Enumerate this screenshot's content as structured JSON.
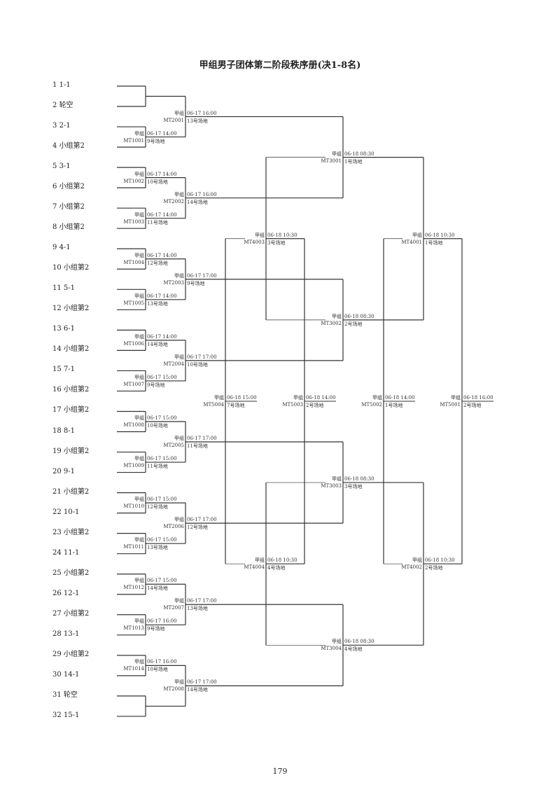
{
  "title": "甲组男子团体第二阶段秩序册(决1-8名)",
  "page_number": "179",
  "line_color": "#333333",
  "seeds": [
    {
      "no": "1",
      "name": "1-1"
    },
    {
      "no": "2",
      "name": "轮空"
    },
    {
      "no": "3",
      "name": "2-1"
    },
    {
      "no": "4",
      "name": "小组第2"
    },
    {
      "no": "5",
      "name": "3-1"
    },
    {
      "no": "6",
      "name": "小组第2"
    },
    {
      "no": "7",
      "name": "小组第2"
    },
    {
      "no": "8",
      "name": "小组第2"
    },
    {
      "no": "9",
      "name": "4-1"
    },
    {
      "no": "10",
      "name": "小组第2"
    },
    {
      "no": "11",
      "name": "5-1"
    },
    {
      "no": "12",
      "name": "小组第2"
    },
    {
      "no": "13",
      "name": "6-1"
    },
    {
      "no": "14",
      "name": "小组第2"
    },
    {
      "no": "15",
      "name": "7-1"
    },
    {
      "no": "16",
      "name": "小组第2"
    },
    {
      "no": "17",
      "name": "小组第2"
    },
    {
      "no": "18",
      "name": "8-1"
    },
    {
      "no": "19",
      "name": "小组第2"
    },
    {
      "no": "20",
      "name": "9-1"
    },
    {
      "no": "21",
      "name": "小组第2"
    },
    {
      "no": "22",
      "name": "10-1"
    },
    {
      "no": "23",
      "name": "小组第2"
    },
    {
      "no": "24",
      "name": "11-1"
    },
    {
      "no": "25",
      "name": "小组第2"
    },
    {
      "no": "26",
      "name": "12-1"
    },
    {
      "no": "27",
      "name": "小组第2"
    },
    {
      "no": "28",
      "name": "13-1"
    },
    {
      "no": "29",
      "name": "小组第2"
    },
    {
      "no": "30",
      "name": "14-1"
    },
    {
      "no": "31",
      "name": "轮空"
    },
    {
      "no": "32",
      "name": "15-1"
    }
  ],
  "matches": [
    {
      "code": "MT1001",
      "group": "甲组",
      "time": "06-17 14:00",
      "venue": "9号场地"
    },
    {
      "code": "MT1002",
      "group": "甲组",
      "time": "06-17 14:00",
      "venue": "10号场地"
    },
    {
      "code": "MT1003",
      "group": "甲组",
      "time": "06-17 14:00",
      "venue": "11号场地"
    },
    {
      "code": "MT1004",
      "group": "甲组",
      "time": "06-17 14:00",
      "venue": "12号场地"
    },
    {
      "code": "MT1005",
      "group": "甲组",
      "time": "06-17 14:00",
      "venue": "13号场地"
    },
    {
      "code": "MT1006",
      "group": "甲组",
      "time": "06-17 14:00",
      "venue": "14号场地"
    },
    {
      "code": "MT1007",
      "group": "甲组",
      "time": "06-17 15:00",
      "venue": "9号场地"
    },
    {
      "code": "MT1008",
      "group": "甲组",
      "time": "06-17 15:00",
      "venue": "10号场地"
    },
    {
      "code": "MT1009",
      "group": "甲组",
      "time": "06-17 15:00",
      "venue": "11号场地"
    },
    {
      "code": "MT1010",
      "group": "甲组",
      "time": "06-17 15:00",
      "venue": "12号场地"
    },
    {
      "code": "MT1011",
      "group": "甲组",
      "time": "06-17 15:00",
      "venue": "13号场地"
    },
    {
      "code": "MT1012",
      "group": "甲组",
      "time": "06-17 15:00",
      "venue": "14号场地"
    },
    {
      "code": "MT1013",
      "group": "甲组",
      "time": "06-17 16:00",
      "venue": "9号场地"
    },
    {
      "code": "MT1014",
      "group": "甲组",
      "time": "06-17 16:00",
      "venue": "10号场地"
    },
    {
      "code": "MT2001",
      "group": "甲组",
      "time": "06-17 16:00",
      "venue": "13号场地"
    },
    {
      "code": "MT2002",
      "group": "甲组",
      "time": "06-17 16:00",
      "venue": "14号场地"
    },
    {
      "code": "MT2003",
      "group": "甲组",
      "time": "06-17 17:00",
      "venue": "9号场地"
    },
    {
      "code": "MT2004",
      "group": "甲组",
      "time": "06-17 17:00",
      "venue": "10号场地"
    },
    {
      "code": "MT2005",
      "group": "甲组",
      "time": "06-17 17:00",
      "venue": "11号场地"
    },
    {
      "code": "MT2006",
      "group": "甲组",
      "time": "06-17 17:00",
      "venue": "12号场地"
    },
    {
      "code": "MT2007",
      "group": "甲组",
      "time": "06-17 17:00",
      "venue": "13号场地"
    },
    {
      "code": "MT2008",
      "group": "甲组",
      "time": "06-17 17:00",
      "venue": "14号场地"
    },
    {
      "code": "MT3001",
      "group": "甲组",
      "time": "06-18 08:30",
      "venue": "1号场地"
    },
    {
      "code": "MT3002",
      "group": "甲组",
      "time": "06-18 08:30",
      "venue": "2号场地"
    },
    {
      "code": "MT3003",
      "group": "甲组",
      "time": "06-18 08:30",
      "venue": "3号场地"
    },
    {
      "code": "MT3004",
      "group": "甲组",
      "time": "06-18 08:30",
      "venue": "4号场地"
    },
    {
      "code": "MT4001",
      "group": "甲组",
      "time": "06-18 10:30",
      "venue": "1号场地"
    },
    {
      "code": "MT4002",
      "group": "甲组",
      "time": "06-18 10:30",
      "venue": "2号场地"
    },
    {
      "code": "MT4003",
      "group": "甲组",
      "time": "06-18 10:30",
      "venue": "3号场地"
    },
    {
      "code": "MT4004",
      "group": "甲组",
      "time": "06-18 10:30",
      "venue": "4号场地"
    },
    {
      "code": "MT5001",
      "group": "甲组",
      "time": "06-18 16:00",
      "venue": "2号场地"
    },
    {
      "code": "MT5002",
      "group": "甲组",
      "time": "06-18 14:00",
      "venue": "1号场地"
    },
    {
      "code": "MT5003",
      "group": "甲组",
      "time": "06-18 14:00",
      "venue": "2号场地"
    },
    {
      "code": "MT5004",
      "group": "甲组",
      "time": "06-18 15:00",
      "venue": "7号场地"
    }
  ]
}
